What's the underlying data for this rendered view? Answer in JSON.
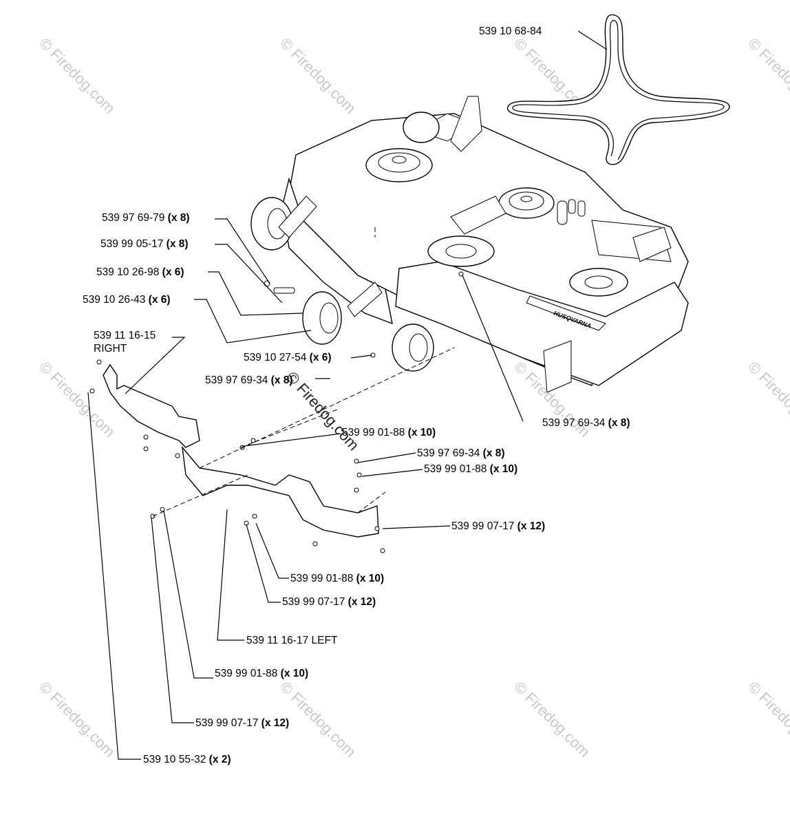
{
  "watermark": {
    "text": "© Firedog.com"
  },
  "deck": {
    "brand_text": "HUSQVARNA"
  },
  "labels": [
    {
      "id": "belt",
      "part": "539 10 68-84",
      "qty": ""
    },
    {
      "id": "p1",
      "part": "539 97 69-79",
      "qty": "(x 8)"
    },
    {
      "id": "p2",
      "part": "539 99 05-17",
      "qty": "(x 8)"
    },
    {
      "id": "p3",
      "part": "539 10 26-98",
      "qty": "(x 6)"
    },
    {
      "id": "p4",
      "part": "539 10 26-43",
      "qty": "(x 6)"
    },
    {
      "id": "p5a",
      "part": "539 11 16-15",
      "qty": ""
    },
    {
      "id": "p5b",
      "part": "RIGHT",
      "qty": ""
    },
    {
      "id": "p6",
      "part": "539 10 27-54",
      "qty": "(x 6)"
    },
    {
      "id": "p7",
      "part": "539 97 69-34",
      "qty": "(x 8)"
    },
    {
      "id": "p8",
      "part": "539 97 69-34",
      "qty": "(x 8)"
    },
    {
      "id": "p9",
      "part": "539 99 01-88",
      "qty": "(x 10)"
    },
    {
      "id": "p10",
      "part": "539 97 69-34",
      "qty": "(x 8)"
    },
    {
      "id": "p11",
      "part": "539 99 01-88",
      "qty": "(x 10)"
    },
    {
      "id": "p12",
      "part": "539 99 07-17",
      "qty": "(x 12)"
    },
    {
      "id": "p13",
      "part": "539 99 01-88",
      "qty": "(x 10)"
    },
    {
      "id": "p14",
      "part": "539 99 07-17",
      "qty": "(x 12)"
    },
    {
      "id": "p15",
      "part": "539 11 16-17 LEFT",
      "qty": ""
    },
    {
      "id": "p16",
      "part": "539 99 01-88",
      "qty": "(x 10)"
    },
    {
      "id": "p17",
      "part": "539 99 07-17",
      "qty": "(x 12)"
    },
    {
      "id": "p18",
      "part": "539 10 55-32",
      "qty": "(x 2)"
    }
  ]
}
